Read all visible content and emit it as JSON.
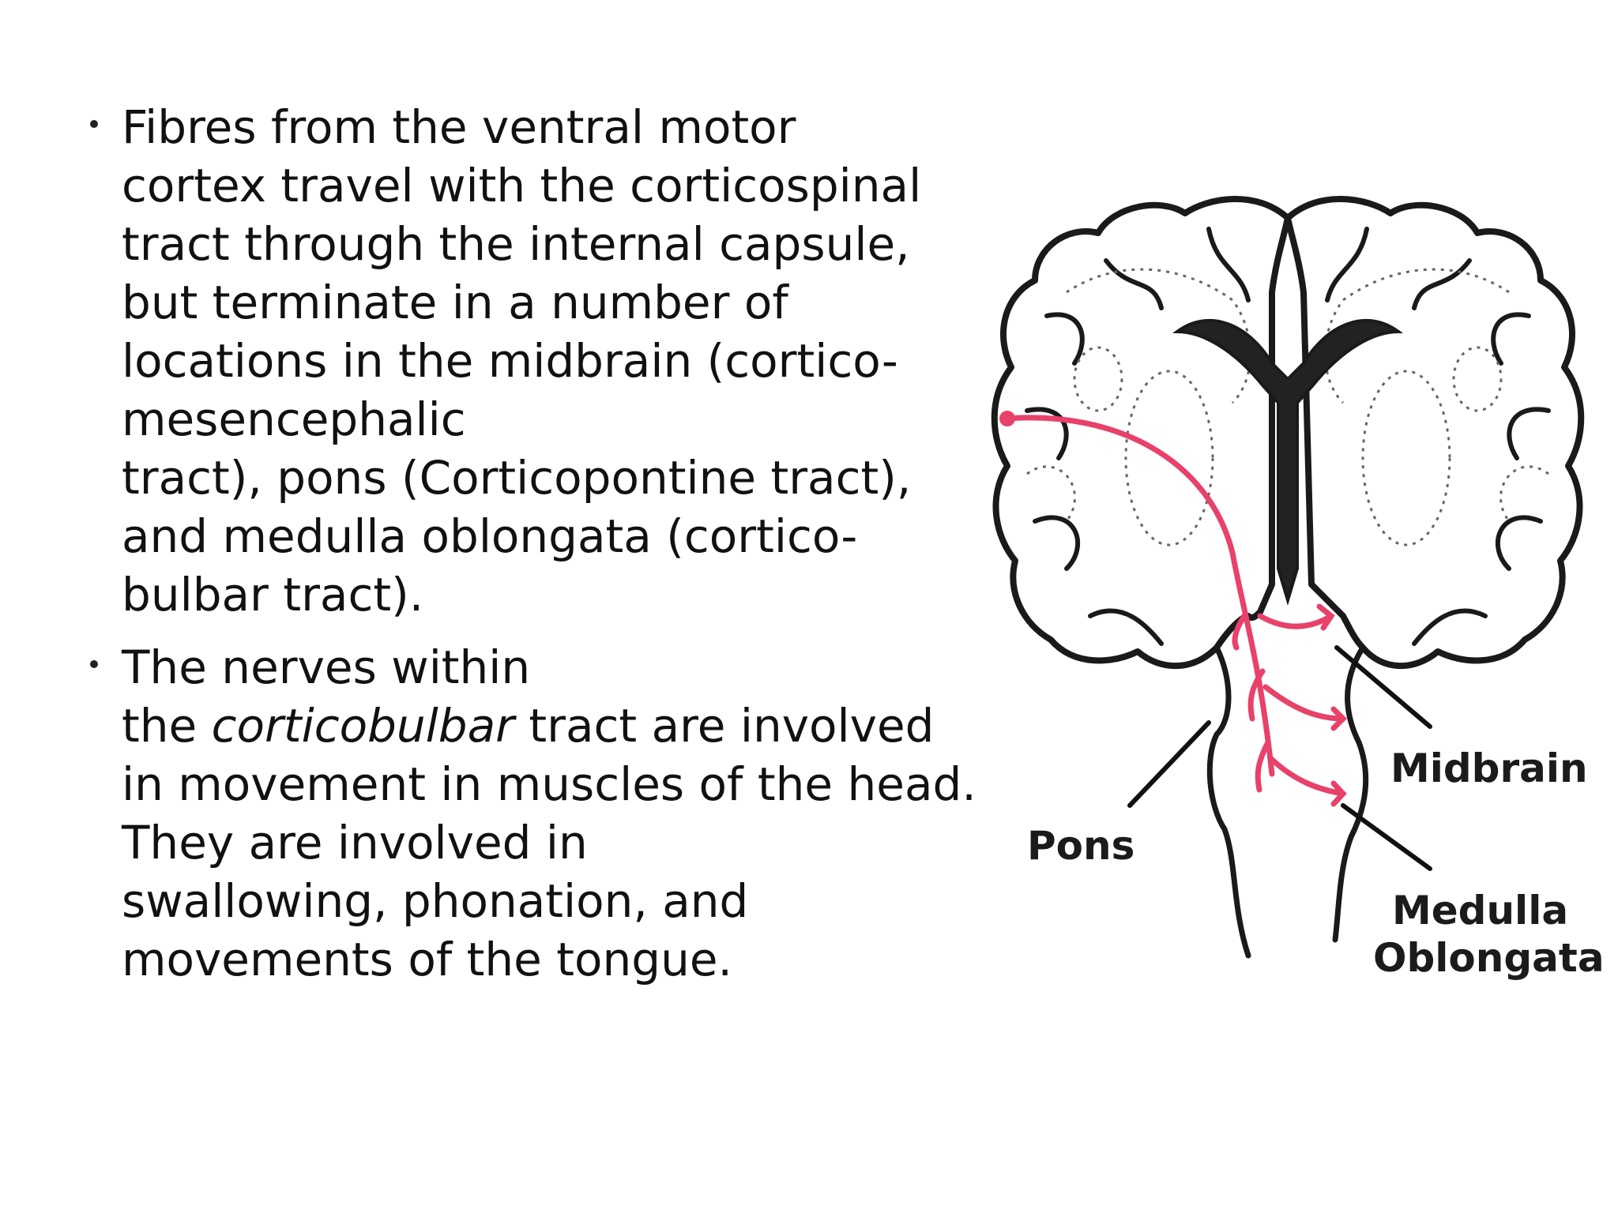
{
  "bullets": [
    {
      "lines": [
        "Fibres from the ventral motor",
        "cortex travel with the corticospinal",
        "tract through the internal capsule,",
        "but terminate in a number of",
        "locations in the midbrain (cortico-",
        "mesencephalic",
        "tract), pons (Corticopontine tract),",
        "and medulla oblongata (cortico-",
        "bulbar tract)."
      ]
    },
    {
      "line1": "The nerves within",
      "line2_pre": "the ",
      "line2_em": "corticobulbar",
      "line2_post": " tract are involved",
      "line3": "in movement in muscles of the head.",
      "line4": "They are involved in",
      "line5": "swallowing, phonation, and",
      "line6": "movements of the tongue."
    }
  ],
  "diagram": {
    "labels": {
      "midbrain": "Midbrain",
      "pons": "Pons",
      "medulla_line1": "Medulla",
      "medulla_line2": "Oblongata"
    },
    "colors": {
      "tract": "#e8416a",
      "outline": "#1a1a1a",
      "dotted": "#666666"
    }
  }
}
